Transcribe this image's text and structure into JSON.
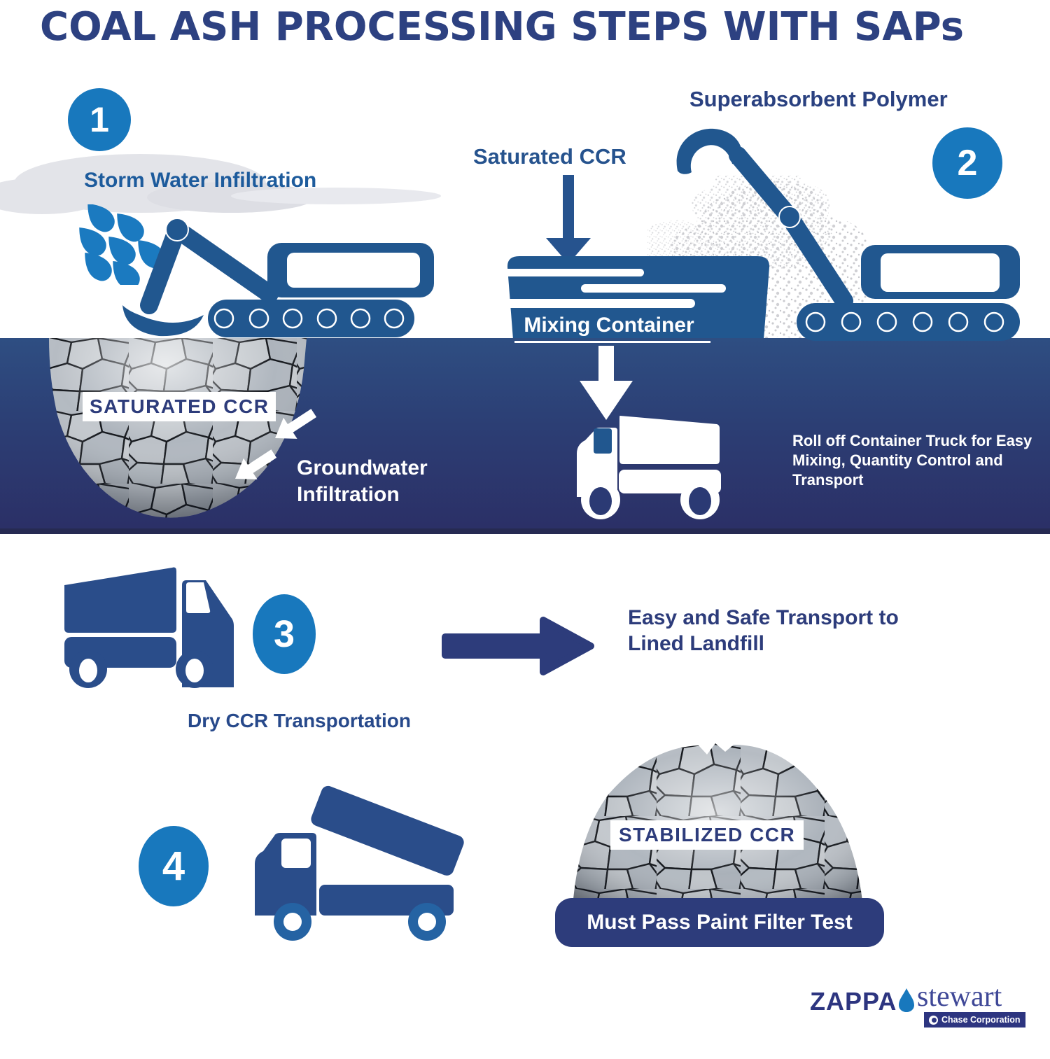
{
  "title": "COAL ASH PROCESSING STEPS WITH SAPs",
  "step1": {
    "number": "1",
    "label": "Storm Water Infiltration"
  },
  "step2": {
    "number": "2",
    "label": "Superabsorbent Polymer"
  },
  "mixing": {
    "input_label": "Saturated CCR",
    "container_label": "Mixing Container"
  },
  "ground": {
    "blob_label": "SATURATED CCR",
    "groundwater_label": "Groundwater Infiltration",
    "truck_caption": "Roll off Container Truck for Easy Mixing, Quantity Control and Transport"
  },
  "step3": {
    "number": "3",
    "label": "Dry CCR Transportation",
    "result": "Easy and Safe Transport to Lined Landfill"
  },
  "step4": {
    "number": "4",
    "dome_label": "STABILIZED CCR",
    "banner": "Must Pass Paint Filter Test"
  },
  "footer": {
    "brand_primary": "ZAPPA",
    "brand_secondary": "stewart",
    "brand_sub": "Chase Corporation"
  },
  "colors": {
    "title_navy": "#2d4181",
    "step_circle_blue": "#1878bd",
    "graphic_blue": "#21578f",
    "truck_navy": "#2a4d8a",
    "deep_navy": "#2d3c7b",
    "band_top": "#2e4e82",
    "band_bottom": "#2b2f66",
    "rain_blue": "#1b7ac0",
    "brand_navy": "#2d3580"
  }
}
